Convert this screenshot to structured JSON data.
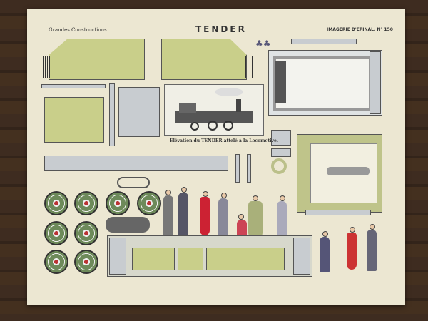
{
  "sheet": {
    "series": "Grandes Constructions",
    "title": "TENDER",
    "publisher": "IMAGERIE D'EPINAL, N° 150",
    "caption": "Elévation du TENDER attelé à la Locomotive.",
    "colors": {
      "paper": "#ece7d2",
      "green": "#c9cf8a",
      "wood": "#3b2a1f",
      "red": "#b33333"
    }
  }
}
